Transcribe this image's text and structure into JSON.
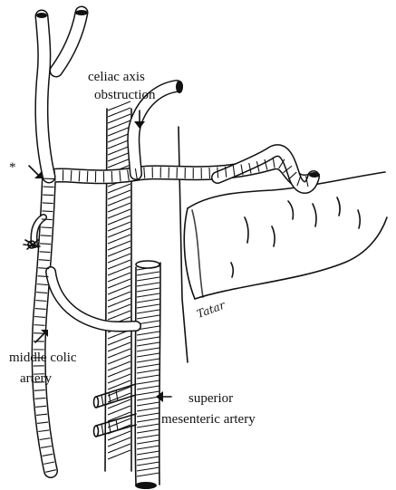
{
  "labels": {
    "celiac_line1": "celiac axis",
    "celiac_line2": "obstruction",
    "asterisk": "*",
    "middle_colic_line1": "middle colic",
    "middle_colic_line2": "artery",
    "sma_line1": "superior",
    "sma_line2": "mesenteric artery",
    "signature": "Tatar"
  },
  "colors": {
    "ink": "#111111",
    "background": "#ffffff"
  },
  "icons": {
    "celiac_arrow": "down-arrow-icon",
    "asterisk_arrow": "down-right-arrow-icon",
    "middle_colic_arrow": "up-right-arrow-icon",
    "sma_arrow": "left-arrow-icon",
    "ligature": "ligature-knot-icon"
  }
}
